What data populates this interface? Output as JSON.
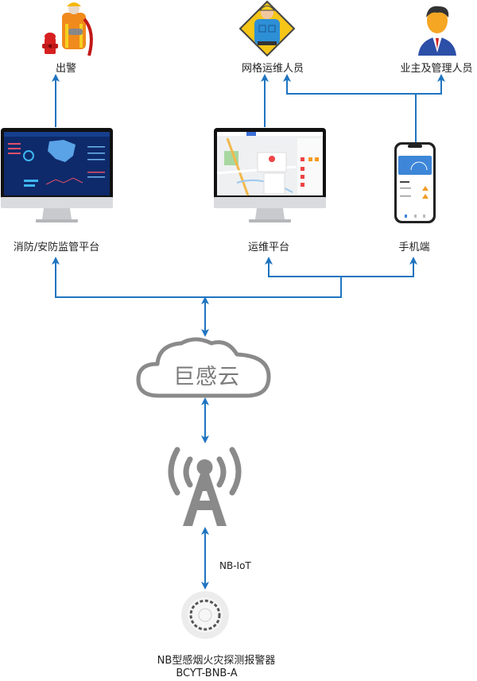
{
  "diagram": {
    "title": "NB-IoT smoke detector system architecture",
    "colors": {
      "connector": "#1f74c0",
      "cloud_stroke": "#8a8a8a",
      "tower": "#8a8a8a",
      "text": "#222222"
    },
    "top_roles": [
      {
        "id": "dispatch",
        "label": "出警",
        "icon": "firefighter-icon"
      },
      {
        "id": "grid-maintenance",
        "label": "网格运维人员",
        "icon": "technician-icon"
      },
      {
        "id": "owner-manager",
        "label": "业主及管理人员",
        "icon": "businessman-icon"
      }
    ],
    "platforms": [
      {
        "id": "fire-security-platform",
        "label": "消防/安防监管平台",
        "device": "desktop-monitor",
        "screen": "dashboard-map"
      },
      {
        "id": "maintenance-platform",
        "label": "运维平台",
        "device": "desktop-monitor",
        "screen": "map-view"
      },
      {
        "id": "mobile",
        "label": "手机端",
        "device": "smartphone",
        "screen": "mobile-app"
      }
    ],
    "cloud": {
      "label": "巨感云"
    },
    "tower": {
      "icon": "cell-tower-icon"
    },
    "link": {
      "label": "NB-IoT"
    },
    "device": {
      "name": "NB型感烟火灾探测报警器",
      "model": "BCYT-BNB-A",
      "icon": "smoke-detector-icon"
    }
  }
}
